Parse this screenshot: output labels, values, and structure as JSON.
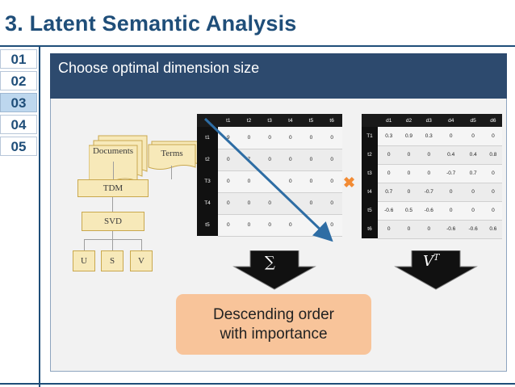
{
  "slide": {
    "title": "3. Latent Semantic Analysis",
    "panel_heading": "Choose optimal dimension size",
    "callout_line1": "Descending order",
    "callout_line2": "with importance"
  },
  "nav": {
    "items": [
      {
        "label": "01",
        "active": false
      },
      {
        "label": "02",
        "active": false
      },
      {
        "label": "03",
        "active": true
      },
      {
        "label": "04",
        "active": false
      },
      {
        "label": "05",
        "active": false
      }
    ]
  },
  "flowchart": {
    "documents": "Documents",
    "terms": "Terms",
    "tdm": "TDM",
    "svd": "SVD",
    "u": "U",
    "s": "S",
    "v": "V"
  },
  "sigma_matrix": {
    "columns": [
      "t1",
      "t2",
      "t3",
      "t4",
      "t5",
      "t6"
    ],
    "rows": [
      {
        "label": "t1",
        "cells": [
          "9",
          "0",
          "0",
          "0",
          "0",
          "0"
        ]
      },
      {
        "label": "t2",
        "cells": [
          "0",
          "7",
          "0",
          "0",
          "0",
          "0"
        ]
      },
      {
        "label": "T3",
        "cells": [
          "0",
          "0",
          "",
          "0",
          "0",
          "0"
        ]
      },
      {
        "label": "T4",
        "cells": [
          "0",
          "0",
          "0",
          "",
          "0",
          "0"
        ]
      },
      {
        "label": "t5",
        "cells": [
          "0",
          "0",
          "0",
          "0",
          "",
          "0"
        ]
      }
    ]
  },
  "vt_matrix": {
    "columns": [
      "d1",
      "d2",
      "d3",
      "d4",
      "d5",
      "d6"
    ],
    "rows": [
      {
        "label": "T1",
        "cells": [
          "0.3",
          "0.9",
          "0.3",
          "0",
          "0",
          "0"
        ]
      },
      {
        "label": "t2",
        "cells": [
          "0",
          "0",
          "0",
          "0.4",
          "0.4",
          "0.8"
        ]
      },
      {
        "label": "t3",
        "cells": [
          "0",
          "0",
          "0",
          "-0.7",
          "0.7",
          "0"
        ]
      },
      {
        "label": "t4",
        "cells": [
          "0.7",
          "0",
          "-0.7",
          "0",
          "0",
          "0"
        ]
      },
      {
        "label": "t5",
        "cells": [
          "-0.6",
          "0.5",
          "-0.6",
          "0",
          "0",
          "0"
        ]
      },
      {
        "label": "t6",
        "cells": [
          "0",
          "0",
          "0",
          "-0.6",
          "-0.6",
          "0.6"
        ]
      }
    ]
  },
  "arrows": {
    "sigma_label": "∑",
    "vt_label_base": "V",
    "vt_label_sup": "T"
  },
  "colors": {
    "brand_blue": "#1f4e79",
    "panel_header": "#2d4a6e",
    "callout": "#f8c49a",
    "multiply_sign": "#f28b34",
    "diagonal_arrow": "#2e6da4"
  }
}
